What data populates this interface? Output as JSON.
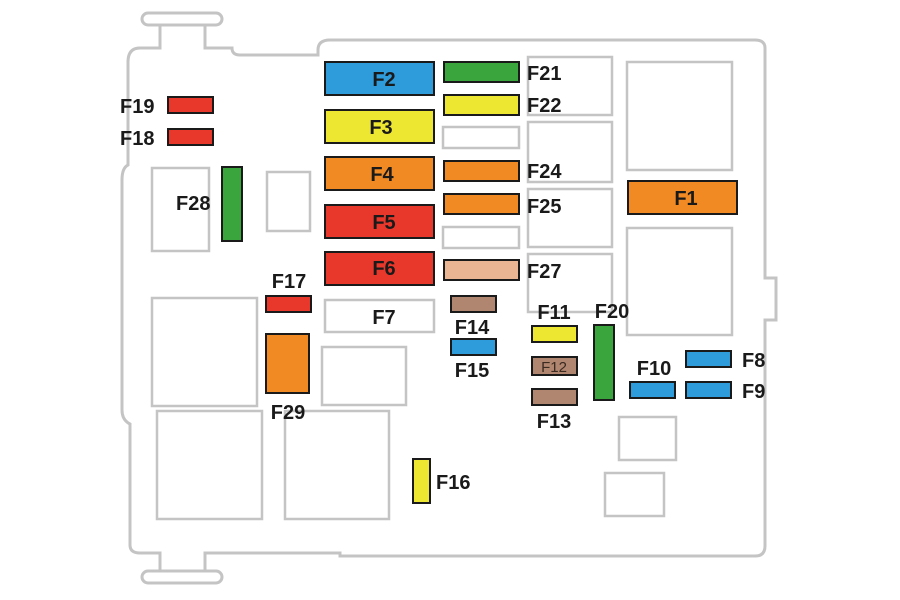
{
  "colors": {
    "red": "#E8372B",
    "blue": "#2E9BDB",
    "green": "#3BA53D",
    "yellow": "#EDE731",
    "orange": "#F28A23",
    "brown": "#B08670",
    "peach": "#E9B593",
    "white": "#FFFFFF",
    "outline": "#C4C4C4",
    "text": "#1A1A1A"
  },
  "fuses": [
    {
      "id": "f1",
      "label": "F1",
      "color": "orange"
    },
    {
      "id": "f2",
      "label": "F2",
      "color": "blue"
    },
    {
      "id": "f3",
      "label": "F3",
      "color": "yellow"
    },
    {
      "id": "f4",
      "label": "F4",
      "color": "orange"
    },
    {
      "id": "f5",
      "label": "F5",
      "color": "red"
    },
    {
      "id": "f6",
      "label": "F6",
      "color": "red"
    },
    {
      "id": "f7",
      "label": "F7",
      "color": "white"
    },
    {
      "id": "f8",
      "label": "F8",
      "color": "blue"
    },
    {
      "id": "f9",
      "label": "F9",
      "color": "blue"
    },
    {
      "id": "f10",
      "label": "F10",
      "color": "blue"
    },
    {
      "id": "f11",
      "label": "F11",
      "color": "yellow"
    },
    {
      "id": "f12",
      "label": "F12",
      "color": "brown"
    },
    {
      "id": "f13",
      "label": "F13",
      "color": "brown"
    },
    {
      "id": "f14",
      "label": "F14",
      "color": "brown"
    },
    {
      "id": "f15",
      "label": "F15",
      "color": "blue"
    },
    {
      "id": "f16",
      "label": "F16",
      "color": "yellow"
    },
    {
      "id": "f17",
      "label": "F17",
      "color": "red"
    },
    {
      "id": "f18",
      "label": "F18",
      "color": "red"
    },
    {
      "id": "f19",
      "label": "F19",
      "color": "red"
    },
    {
      "id": "f20",
      "label": "F20",
      "color": "green"
    },
    {
      "id": "f21",
      "label": "F21",
      "color": "green"
    },
    {
      "id": "f22",
      "label": "F22",
      "color": "yellow"
    },
    {
      "id": "f24",
      "label": "F24",
      "color": "orange"
    },
    {
      "id": "f25",
      "label": "F25",
      "color": "orange"
    },
    {
      "id": "f27",
      "label": "F27",
      "color": "peach"
    },
    {
      "id": "f28",
      "label": "F28",
      "color": "green"
    },
    {
      "id": "f29",
      "label": "F29",
      "color": "orange"
    }
  ]
}
